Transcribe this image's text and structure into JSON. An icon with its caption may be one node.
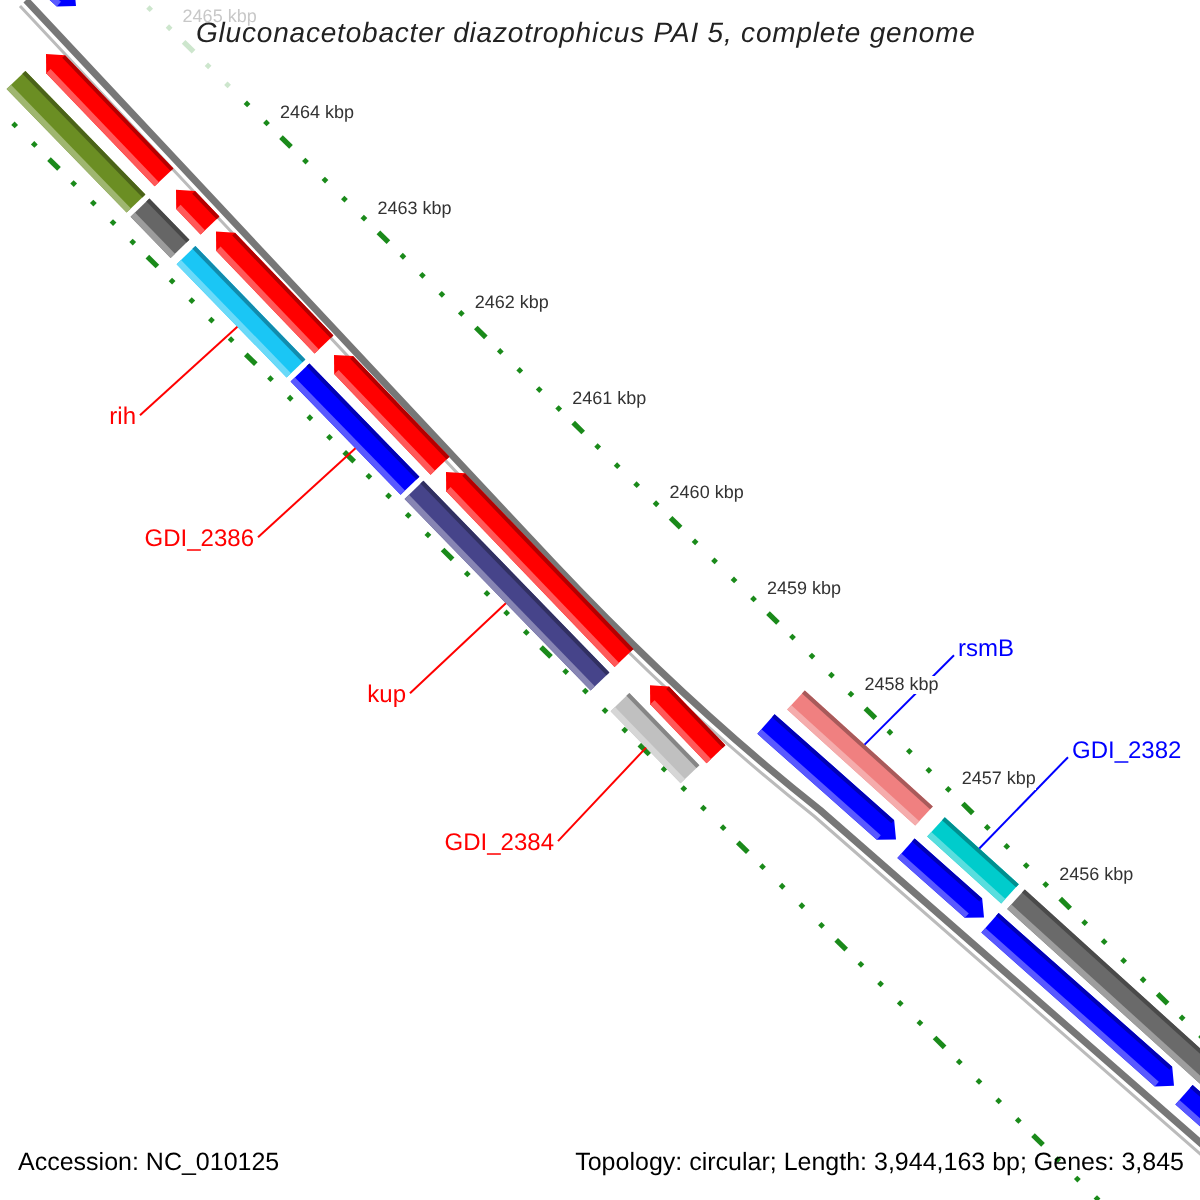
{
  "diagram": {
    "title": "Gluconacetobacter diazotrophicus PAI 5, complete genome",
    "nodes": [
      {
        "text": [
          "rih"
        ]
      },
      {
        "text": [
          "GDI_2386"
        ]
      },
      {
        "text": [
          "kup"
        ]
      },
      {
        "text": [
          "GDI_2384"
        ]
      },
      {
        "text": [
          "rsmB"
        ]
      },
      {
        "text": [
          "GDI_2382"
        ]
      },
      {
        "text": [],
        "shape": "bar"
      },
      {
        "text": [],
        "shape": "bar"
      },
      {
        "text": [],
        "shape": "bar"
      },
      {
        "text": [],
        "shape": "bar"
      },
      {
        "text": [],
        "shape": "bar"
      },
      {
        "text": [],
        "shape": "bar"
      }
    ],
    "edges": [
      {
        "from": 0,
        "to": 6,
        "arrow": "none",
        "color": "#ff0000"
      },
      {
        "from": 1,
        "to": 7,
        "arrow": "none",
        "color": "#ff0000"
      },
      {
        "from": 2,
        "to": 8,
        "arrow": "none",
        "color": "#ff0000"
      },
      {
        "from": 3,
        "to": 9,
        "arrow": "none",
        "color": "#ff0000"
      },
      {
        "from": 4,
        "to": 10,
        "arrow": "none",
        "color": "#0000ff"
      },
      {
        "from": 5,
        "to": 11,
        "arrow": "none",
        "color": "#0000ff"
      }
    ],
    "labels": [
      "2465 kbp",
      "2464 kbp",
      "2463 kbp",
      "2462 kbp",
      "2461 kbp",
      "2460 kbp",
      "2459 kbp",
      "2458 kbp",
      "2457 kbp",
      "2456 kbp",
      "Accession: NC_010125",
      "Topology: circular; Length: 3,944,163 bp; Genes: 3,845"
    ]
  }
}
